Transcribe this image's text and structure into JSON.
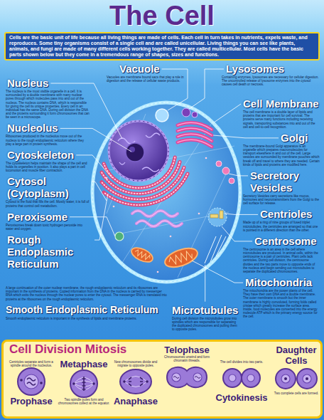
{
  "diagram": {
    "title": "The Cell",
    "nodes": [
      {
        "text": [
          "Cells are the basic unit of life because all living things are made of cells. Each cell in turn takes in nutrients, expels waste, and reproduces. Some tiny organisms consist of a single cell and are called unicellular. Living things you can see like plants, animals, and fungi are made of many different cells working together. They are called multicellular. Most cells have the basic parts shown below but they come in a tremendous range of shapes, sizes and functions."
        ]
      },
      {
        "text": [
          "Cell Division Mitosis"
        ]
      },
      {
        "text": [
          "Prophase",
          "Centrioles separate and form a spindle around the nucleolus."
        ],
        "in": 1
      },
      {
        "text": [
          "Metaphase",
          "Two spindle poles form and chromosomes collect at the equator."
        ],
        "in": 1
      },
      {
        "text": [
          "Anaphase",
          "New chromosomes divide and migrate to opposite poles."
        ],
        "in": 1
      },
      {
        "text": [
          "Telophase",
          "Chromosomes unwind and form chromatin threads."
        ],
        "in": 1
      },
      {
        "text": [
          "Cytokinesis",
          "The cell divides into two parts."
        ],
        "in": 1
      },
      {
        "text": [
          "Daughter Cells",
          "Two complete cells are formed."
        ],
        "in": 1
      }
    ],
    "labels": [
      "Vacuole",
      "Vacuoles are membrane bound sacs that play a role in digestion and the release of cellular waste products.",
      "Lysosomes",
      "Containing enzymes, lysosomes are necessary for cellular digestion. The uncontrolled release of lysosome enzymes into the cytosol causes cell death or necrosis.",
      "Nucleus",
      "The nucleus is the most visible organelle in a cell. It is surrounded by a double membrane with many nuclear pores through which molecules pass into and out of the nucleus. The nucleus contains DNA, which is responsible for giving the cell its unique properties. Every cell in an individual has the same DNA. During cell division the DNA and the proteins surrounding it form chromosomes that can be seen in a microscope.",
      "Cell Membrane",
      "The cell membrane is a double layer of lipids and proteins that are important for cell survival. The proteins serve many functions including receiving signals, transporting substances into and out of the cell and cell-to-cell recognition.",
      "Nucleolus",
      "Ribosomes produced in the nucleolus move out of the nucleus to the rough endoplasmic reticulum where they play a large part in protein synthesis.",
      "Golgi",
      "The membrane-bound Golgi apparatus is an organelle which prepares macromolecules for transport elsewhere in and out of the cell. Large vesicles are surrounded by membrane pouches which break off and travel to where they are needed. Certain kinds of lipids and proteins are modified here.",
      "Cytoskeleton",
      "The cytoskeleton helps maintain the shape of the cell and holds its organelles in position. It also plays a part in cell locomotion and muscle fiber contraction.",
      "Secretory Vesicles",
      "Secretory Vesicles carry secretions like mucus, hormones and neurotransmitters from the Golgi to the cell surface for release.",
      "Cytosol (Cytoplasm)",
      "Cytosol is the fluid that fills the cell. Mostly water, it is full of proteins that control cell metabolism.",
      "Centrioles",
      "Made up of a ring of nine groups of fused triplet microtubules, the centrioles are arranged so that one is pointed in a different direction than the other.",
      "Peroxisome",
      "Peroxisomes break down toxic hydrogen peroxide into water and oxygen.",
      "Centrosome",
      "The centrosome is an area in the cell where microtubules are produced. In animal cells, within the centrosome is a pair of centrioles. Plant cells lack centrioles. During cell division, the centrosome divides and the two parts move to opposite ends of the nucleus and begin sending out microtubules to separate the duplicated chromosomes.",
      "Rough Endoplasmic Reticulum",
      "A large continuation of the outer nuclear membrane, the rough endoplasmic reticulum and its ribosomes are important in the synthesis of proteins. Copied information from the DNA in the nucleus is carried by messenger RNA which exits the nucleus through the nuclear pores to enter the cytosol. The messenger RNA is translated into proteins at the ribosomes on the rough endoplasmic reticulum.",
      "Mitochondria",
      "The mitochondria are the power plants of the cell. They have their own DNA and a double membrane. The outer membrane is smooth but the inner membrane is highly convoluted, forming folds called cristae which greatly increase the surface area. Inside, food molecules are converted into the energy molecule ATP which is the primary energy source for the cell.",
      "Smooth Endoplasmic Reticulum",
      "Smooth endoplasmic reticulum is important in the synthesis of lipids and membrane proteins.",
      "Microtubules",
      "During cell division the microtubules grow into spindles which are responsible for separating the duplicated chromosomes and pulling them to opposite poles."
    ]
  }
}
